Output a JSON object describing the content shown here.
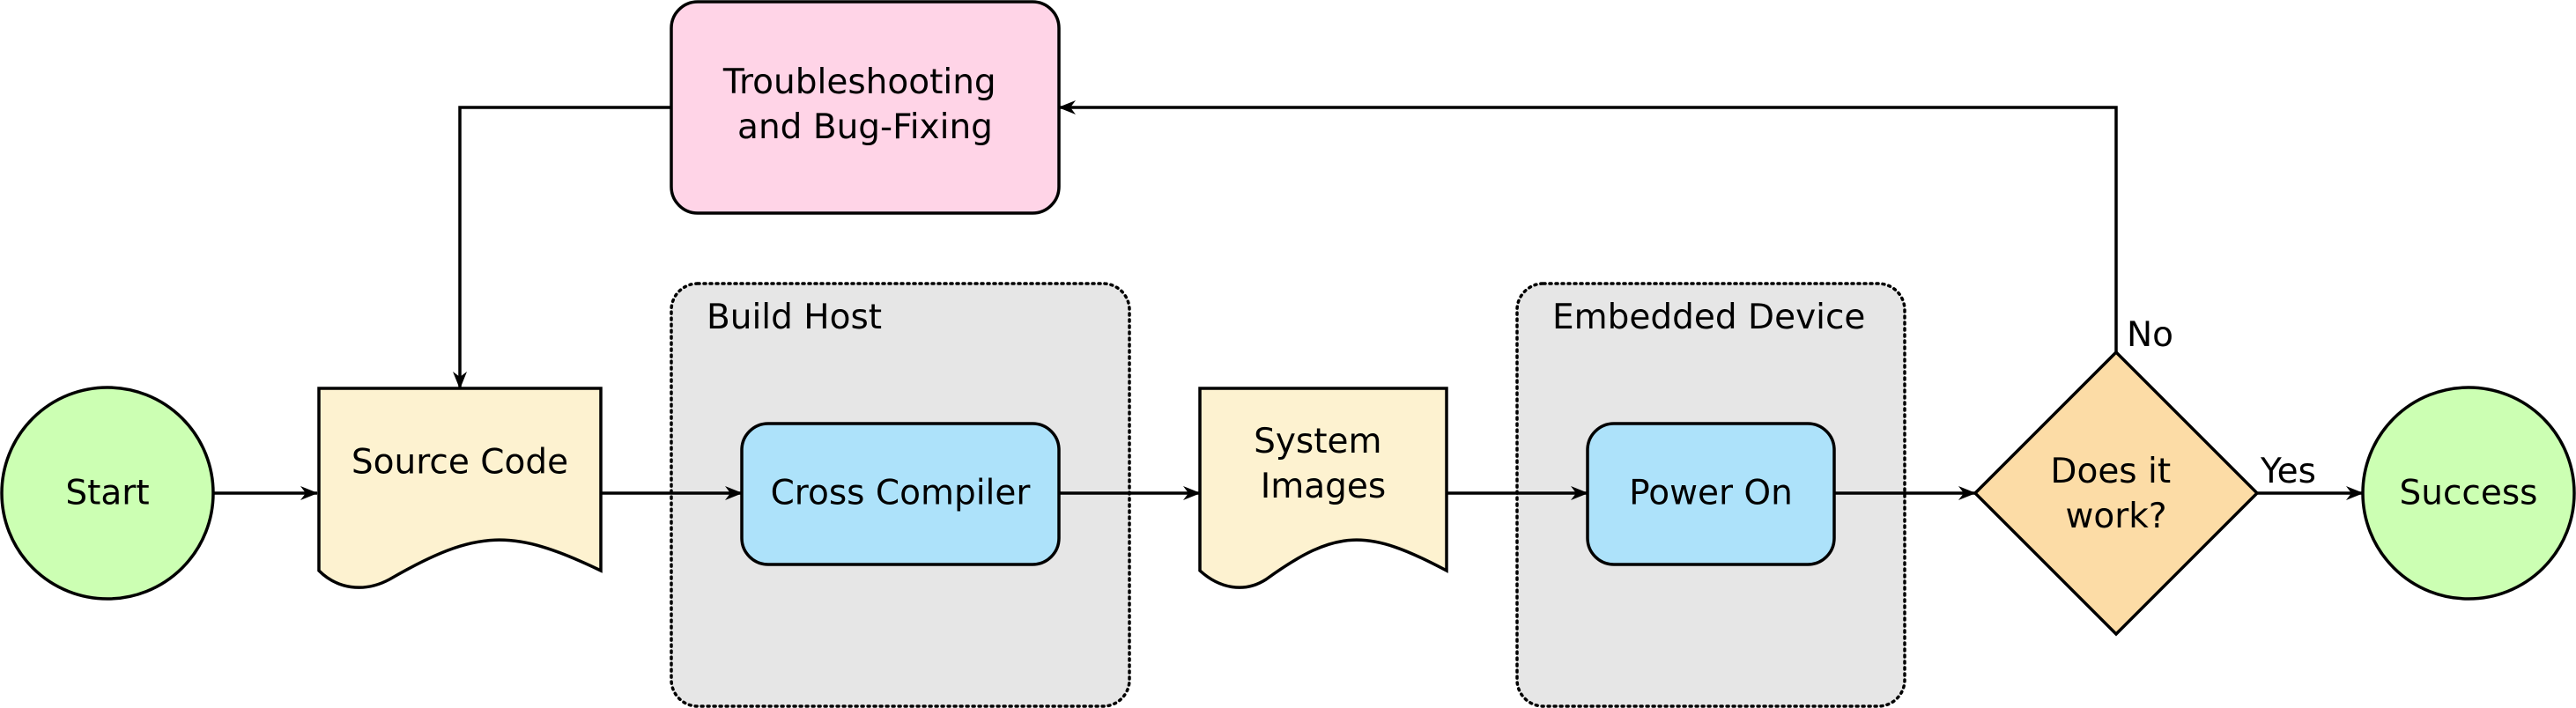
{
  "nodes": {
    "start": "Start",
    "source_code": "Source Code",
    "cross_compiler": "Cross Compiler",
    "system_images": [
      "System",
      "Images"
    ],
    "power_on": "Power On",
    "decision": [
      "Does it",
      "work?"
    ],
    "success": "Success",
    "troubleshooting": [
      "Troubleshooting",
      "and Bug-Fixing"
    ]
  },
  "groups": {
    "build_host": "Build Host",
    "embedded_device": "Embedded Device"
  },
  "edges": {
    "no_label": "No",
    "yes_label": "Yes"
  },
  "colors": {
    "terminal": "#ccffb3",
    "document": "#fdf2d0",
    "process": "#ade2fa",
    "decision": "#fcdca6",
    "troubleshoot": "#ffd4e7",
    "group": "#e6e6e6",
    "stroke": "#000000"
  }
}
